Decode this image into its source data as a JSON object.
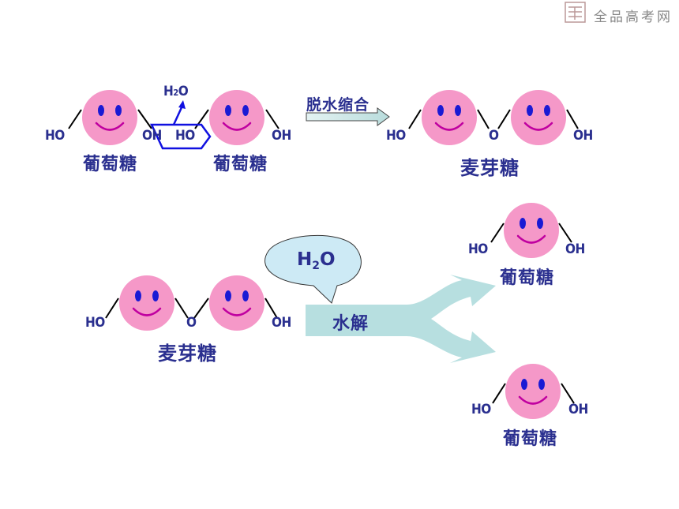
{
  "watermark": {
    "text": "全品高考网"
  },
  "top_left": {
    "sugar1": {
      "left_group": "HO",
      "right_group": "OH",
      "name": "葡萄糖"
    },
    "sugar2": {
      "left_group": "HO",
      "right_group": "OH",
      "name": "葡萄糖"
    },
    "water": {
      "h": "H",
      "sub": "2",
      "o": "O"
    }
  },
  "top_right": {
    "arrow_label": "脱水缩合",
    "left_group": "HO",
    "bridge": "O",
    "right_group": "OH",
    "name": "麦芽糖"
  },
  "bottom": {
    "maltose": {
      "left_group": "HO",
      "bridge": "O",
      "right_group": "OH",
      "name": "麦芽糖"
    },
    "bubble": {
      "h": "H",
      "sub": "2",
      "o": "O"
    },
    "process_label": "水解",
    "product1": {
      "left_group": "HO",
      "right_group": "OH",
      "name": "葡萄糖"
    },
    "product2": {
      "left_group": "HO",
      "right_group": "OH",
      "name": "葡萄糖"
    }
  },
  "colors": {
    "face": "#f598c8",
    "eye": "#1a1ad4",
    "mouth": "#c000a0",
    "label": "#2a2f8f",
    "arrow_fill": "#b7dfe0",
    "bubble_fill": "#cdeaf5",
    "hexagon": "#1010e0"
  }
}
